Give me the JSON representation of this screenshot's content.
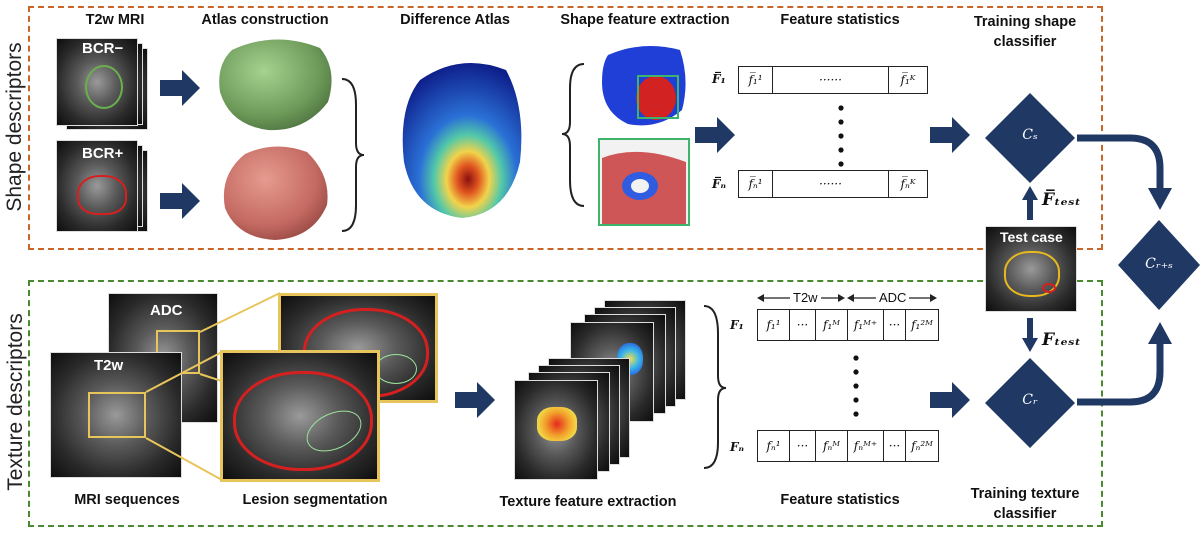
{
  "panels": {
    "shape_label": "Shape descriptors",
    "texture_label": "Texture descriptors"
  },
  "shape_headers": {
    "t2w_mri": "T2w MRI",
    "atlas_construction": "Atlas construction",
    "difference_atlas": "Difference Atlas",
    "shape_feature_extraction": "Shape feature extraction",
    "feature_statistics": "Feature statistics",
    "training_shape_classifier": "Training shape\nclassifier"
  },
  "mri_labels": {
    "bcr_neg": "BCR−",
    "bcr_pos": "BCR+",
    "adc": "ADC",
    "t2w": "T2w",
    "test_case": "Test case"
  },
  "shape_table": {
    "row1_label": "F̅₁",
    "rowN_label": "F̅ₙ",
    "row1_cells": [
      "f̅₁¹",
      "······",
      "f̅₁ᴷ"
    ],
    "rowN_cells": [
      "f̅ₙ¹",
      "······",
      "f̅ₙᴷ"
    ]
  },
  "texture_table": {
    "t2w_span": "T2w",
    "adc_span": "ADC",
    "row1_label": "F₁",
    "rowN_label": "Fₙ",
    "row1_cells": [
      "f₁¹",
      "···",
      "f₁ᴹ",
      "f₁ᴹ⁺",
      "···",
      "f₁²ᴹ"
    ],
    "rowN_cells": [
      "fₙ¹",
      "···",
      "fₙᴹ",
      "fₙᴹ⁺",
      "···",
      "fₙ²ᴹ"
    ]
  },
  "classifiers": {
    "shape": "Cₛ",
    "texture": "Cᵣ",
    "combined": "Cᵣ₊ₛ"
  },
  "test_features": {
    "shape_test": "F̅ₜₑₛₜ",
    "texture_test": "Fₜₑₛₜ"
  },
  "texture_headers": {
    "mri_sequences": "MRI sequences",
    "lesion_segmentation": "Lesion segmentation",
    "texture_feature_extraction": "Texture feature extraction",
    "feature_statistics": "Feature statistics",
    "training_texture_classifier": "Training texture\nclassifier"
  },
  "colors": {
    "navy": "#1f3864",
    "shape_border": "#c8662a",
    "texture_border": "#4a8a2e",
    "yellow_box": "#e8c55a"
  }
}
